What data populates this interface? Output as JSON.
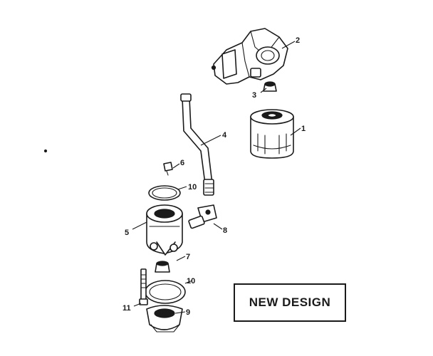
{
  "callouts": {
    "c1": "1",
    "c2": "2",
    "c3": "3",
    "c4": "4",
    "c5": "5",
    "c6": "6",
    "c7": "7",
    "c8": "8",
    "c9": "9",
    "c10a": "10",
    "c10b": "10",
    "c11": "11"
  },
  "design_label": "NEW DESIGN",
  "colors": {
    "ink": "#1a1a1a",
    "paper": "#ffffff"
  }
}
